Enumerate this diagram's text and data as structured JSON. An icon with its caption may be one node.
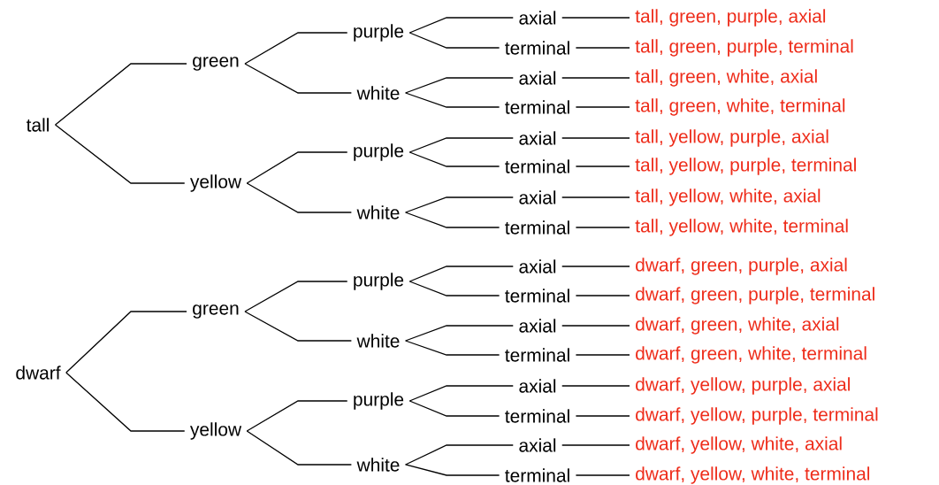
{
  "diagram": {
    "nodes": [
      {
        "text": [
          "tall"
        ]
      },
      {
        "text": [
          "green"
        ]
      },
      {
        "text": [
          "purple"
        ]
      },
      {
        "text": [
          "axial"
        ]
      },
      {
        "text": [
          "terminal"
        ]
      },
      {
        "text": [
          "white"
        ]
      },
      {
        "text": [
          "axial"
        ]
      },
      {
        "text": [
          "terminal"
        ]
      },
      {
        "text": [
          "yellow"
        ]
      },
      {
        "text": [
          "purple"
        ]
      },
      {
        "text": [
          "axial"
        ]
      },
      {
        "text": [
          "terminal"
        ]
      },
      {
        "text": [
          "white"
        ]
      },
      {
        "text": [
          "axial"
        ]
      },
      {
        "text": [
          "terminal"
        ]
      },
      {
        "text": [
          "dwarf"
        ]
      },
      {
        "text": [
          "green"
        ]
      },
      {
        "text": [
          "purple"
        ]
      },
      {
        "text": [
          "axial"
        ]
      },
      {
        "text": [
          "terminal"
        ]
      },
      {
        "text": [
          "white"
        ]
      },
      {
        "text": [
          "axial"
        ]
      },
      {
        "text": [
          "terminal"
        ]
      },
      {
        "text": [
          "yellow"
        ]
      },
      {
        "text": [
          "purple"
        ]
      },
      {
        "text": [
          "axial"
        ]
      },
      {
        "text": [
          "terminal"
        ]
      },
      {
        "text": [
          "white"
        ]
      },
      {
        "text": [
          "axial"
        ]
      },
      {
        "text": [
          "terminal"
        ]
      },
      {
        "text": [
          "tall, green, purple, axial"
        ]
      },
      {
        "text": [
          "tall, green, purple, terminal"
        ]
      },
      {
        "text": [
          "tall, green, white, axial"
        ]
      },
      {
        "text": [
          "tall, green, white, terminal"
        ]
      },
      {
        "text": [
          "tall, yellow, purple, axial"
        ]
      },
      {
        "text": [
          "tall, yellow, purple, terminal"
        ]
      },
      {
        "text": [
          "tall, yellow, white, axial"
        ]
      },
      {
        "text": [
          "tall, yellow, white, terminal"
        ]
      },
      {
        "text": [
          "dwarf, green, purple, axial"
        ]
      },
      {
        "text": [
          "dwarf, green, purple, terminal"
        ]
      },
      {
        "text": [
          "dwarf, green, white, axial"
        ]
      },
      {
        "text": [
          "dwarf, green, white, terminal"
        ]
      },
      {
        "text": [
          "dwarf, yellow, purple, axial"
        ]
      },
      {
        "text": [
          "dwarf, yellow, purple, terminal"
        ]
      },
      {
        "text": [
          "dwarf, yellow, white, axial"
        ]
      },
      {
        "text": [
          "dwarf, yellow, white, terminal"
        ]
      }
    ],
    "edges": [
      {
        "from": 0,
        "to": 1,
        "arrow": "none"
      },
      {
        "from": 0,
        "to": 8,
        "arrow": "none"
      },
      {
        "from": 1,
        "to": 2,
        "arrow": "none"
      },
      {
        "from": 1,
        "to": 5,
        "arrow": "none"
      },
      {
        "from": 2,
        "to": 3,
        "arrow": "none"
      },
      {
        "from": 2,
        "to": 4,
        "arrow": "none"
      },
      {
        "from": 5,
        "to": 6,
        "arrow": "none"
      },
      {
        "from": 5,
        "to": 7,
        "arrow": "none"
      },
      {
        "from": 8,
        "to": 9,
        "arrow": "none"
      },
      {
        "from": 8,
        "to": 12,
        "arrow": "none"
      },
      {
        "from": 9,
        "to": 10,
        "arrow": "none"
      },
      {
        "from": 9,
        "to": 11,
        "arrow": "none"
      },
      {
        "from": 12,
        "to": 13,
        "arrow": "none"
      },
      {
        "from": 12,
        "to": 14,
        "arrow": "none"
      },
      {
        "from": 15,
        "to": 16,
        "arrow": "none"
      },
      {
        "from": 15,
        "to": 23,
        "arrow": "none"
      },
      {
        "from": 16,
        "to": 17,
        "arrow": "none"
      },
      {
        "from": 16,
        "to": 20,
        "arrow": "none"
      },
      {
        "from": 17,
        "to": 18,
        "arrow": "none"
      },
      {
        "from": 17,
        "to": 19,
        "arrow": "none"
      },
      {
        "from": 20,
        "to": 21,
        "arrow": "none"
      },
      {
        "from": 20,
        "to": 22,
        "arrow": "none"
      },
      {
        "from": 23,
        "to": 24,
        "arrow": "none"
      },
      {
        "from": 23,
        "to": 27,
        "arrow": "none"
      },
      {
        "from": 24,
        "to": 25,
        "arrow": "none"
      },
      {
        "from": 24,
        "to": 26,
        "arrow": "none"
      },
      {
        "from": 27,
        "to": 28,
        "arrow": "none"
      },
      {
        "from": 27,
        "to": 29,
        "arrow": "none"
      },
      {
        "from": 3,
        "to": 30,
        "arrow": "none"
      },
      {
        "from": 4,
        "to": 31,
        "arrow": "none"
      },
      {
        "from": 6,
        "to": 32,
        "arrow": "none"
      },
      {
        "from": 7,
        "to": 33,
        "arrow": "none"
      },
      {
        "from": 10,
        "to": 34,
        "arrow": "none"
      },
      {
        "from": 11,
        "to": 35,
        "arrow": "none"
      },
      {
        "from": 13,
        "to": 36,
        "arrow": "none"
      },
      {
        "from": 14,
        "to": 37,
        "arrow": "none"
      },
      {
        "from": 18,
        "to": 38,
        "arrow": "none"
      },
      {
        "from": 19,
        "to": 39,
        "arrow": "none"
      },
      {
        "from": 21,
        "to": 40,
        "arrow": "none"
      },
      {
        "from": 22,
        "to": 41,
        "arrow": "none"
      },
      {
        "from": 25,
        "to": 42,
        "arrow": "none"
      },
      {
        "from": 26,
        "to": 43,
        "arrow": "none"
      },
      {
        "from": 28,
        "to": 44,
        "arrow": "none"
      },
      {
        "from": 29,
        "to": 45,
        "arrow": "none"
      }
    ]
  }
}
